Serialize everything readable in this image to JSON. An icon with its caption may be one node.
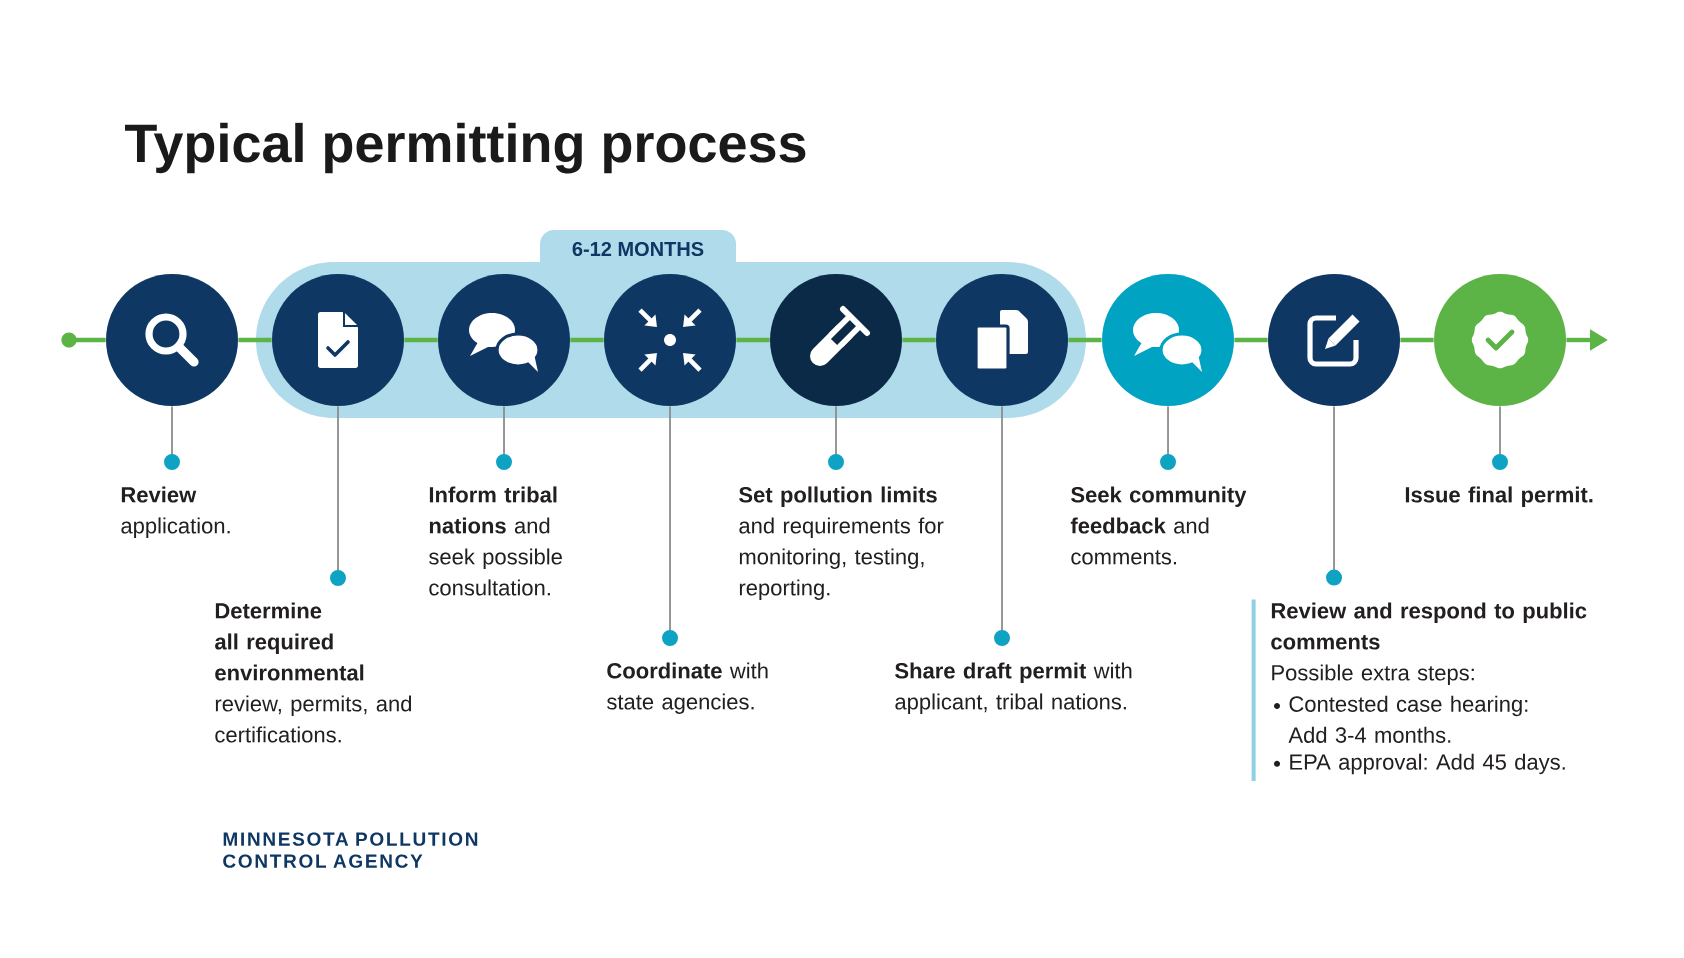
{
  "diagram": {
    "title": "Typical permitting process",
    "nodes": [
      {
        "text": [],
        "shape": "circle"
      },
      {
        "text": [
          "6-12 MONTHS"
        ]
      },
      {
        "text": [],
        "shape": "circle",
        "in": 1
      },
      {
        "text": [],
        "shape": "circle",
        "in": 1
      },
      {
        "text": [],
        "shape": "circle",
        "in": 1
      },
      {
        "text": [],
        "shape": "circle",
        "in": 1
      },
      {
        "text": [],
        "shape": "circle",
        "in": 1
      },
      {
        "text": [],
        "shape": "circle"
      },
      {
        "text": [],
        "shape": "circle"
      },
      {
        "text": [],
        "shape": "circle"
      },
      {
        "text": [
          "**Review** application."
        ]
      },
      {
        "text": [
          "**Determine all required environmental** review, permits, and certifications."
        ]
      },
      {
        "text": [
          "**Inform tribal nations** and seek possible consultation."
        ]
      },
      {
        "text": [
          "**Coordinate** with state agencies."
        ]
      },
      {
        "text": [
          "**Set pollution limits** and requirements for monitoring, testing, reporting."
        ]
      },
      {
        "text": [
          "**Share draft permit** with applicant, tribal nations."
        ]
      },
      {
        "text": [
          "**Seek community feedback** and comments."
        ]
      },
      {
        "text": [
          "Review and respond to public comments",
          "Possible extra steps:",
          "Contested case hearing: Add 3-4 months.",
          "EPA approval: Add 45 days."
        ]
      },
      {
        "text": [
          "Issue final permit."
        ]
      }
    ],
    "edges": [
      {
        "from": null,
        "to": 0,
        "arrow": "other"
      },
      {
        "from": 0,
        "to": 2,
        "arrow": "none"
      },
      {
        "from": 2,
        "to": 3,
        "arrow": "none"
      },
      {
        "from": 3,
        "to": 4,
        "arrow": "none"
      },
      {
        "from": 4,
        "to": 5,
        "arrow": "none"
      },
      {
        "from": 5,
        "to": 6,
        "arrow": "none"
      },
      {
        "from": 6,
        "to": 7,
        "arrow": "none"
      },
      {
        "from": 7,
        "to": 8,
        "arrow": "none"
      },
      {
        "from": 8,
        "to": 9,
        "arrow": "none"
      },
      {
        "from": 9,
        "to": null,
        "arrow": "to"
      },
      {
        "from": 10,
        "to": 0,
        "arrow": "other",
        "color": "#8c8c8c"
      },
      {
        "from": 11,
        "to": 2,
        "arrow": "other",
        "color": "#8c8c8c"
      },
      {
        "from": 12,
        "to": 3,
        "arrow": "other",
        "color": "#8c8c8c"
      },
      {
        "from": 13,
        "to": 4,
        "arrow": "other",
        "color": "#8c8c8c"
      },
      {
        "from": 14,
        "to": 5,
        "arrow": "other",
        "color": "#8c8c8c"
      },
      {
        "from": 15,
        "to": 6,
        "arrow": "other",
        "color": "#8c8c8c"
      },
      {
        "from": 16,
        "to": 7,
        "arrow": "other",
        "color": "#8c8c8c"
      },
      {
        "from": 17,
        "to": 8,
        "arrow": "other",
        "color": "#8c8c8c"
      },
      {
        "from": 18,
        "to": 9,
        "arrow": "other",
        "color": "#8c8c8c"
      }
    ],
    "labels": [
      "MINNESOTA POLLUTION CONTROL AGENCY"
    ]
  }
}
